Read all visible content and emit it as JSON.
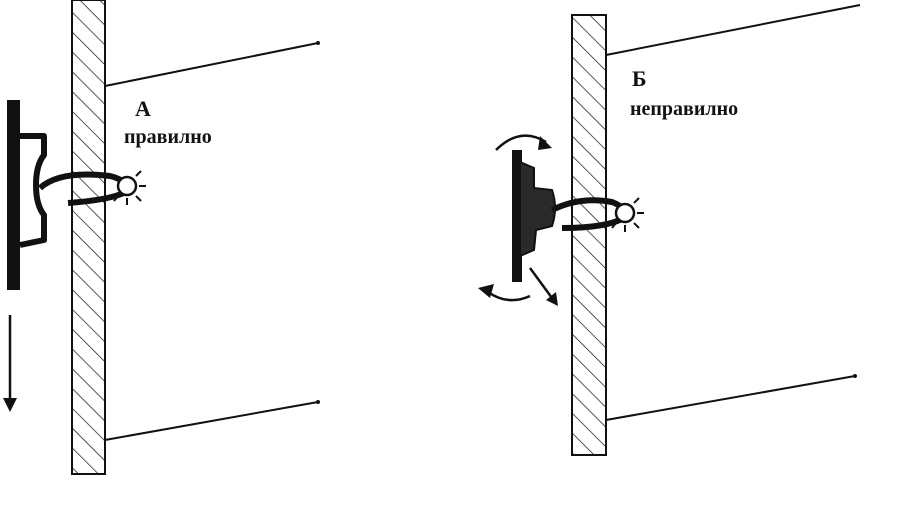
{
  "panels": [
    {
      "letter": "А",
      "caption": "правилно"
    },
    {
      "letter": "Б",
      "caption": "неправилно"
    }
  ],
  "colors": {
    "ink": "#111111",
    "paper": "#ffffff",
    "clamp_fill": "#2a2a2a"
  },
  "icons": [
    "hinge-pin-icon",
    "rotation-arrow-icon",
    "down-arrow-icon"
  ]
}
